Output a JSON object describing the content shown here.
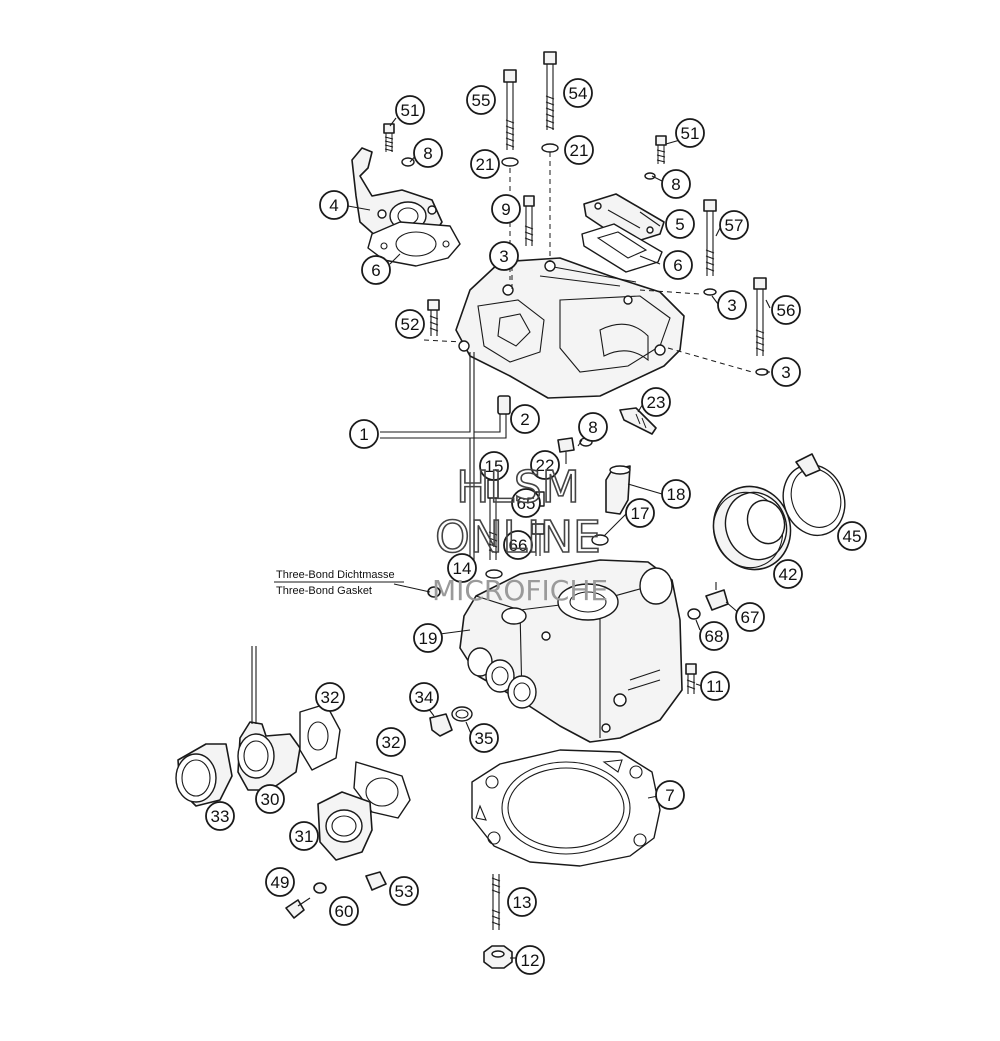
{
  "notes": {
    "sealant_de": "Three-Bond Dichtmasse",
    "sealant_en": "Three-Bond Gasket"
  },
  "watermark": {
    "line1": "HLSM",
    "line2": "ONLINE",
    "line3": "MICROFICHE"
  },
  "callouts": [
    {
      "id": "c51a",
      "label": "51"
    },
    {
      "id": "c8a",
      "label": "8"
    },
    {
      "id": "c4",
      "label": "4"
    },
    {
      "id": "c6a",
      "label": "6"
    },
    {
      "id": "c55",
      "label": "55"
    },
    {
      "id": "c54",
      "label": "54"
    },
    {
      "id": "c21a",
      "label": "21"
    },
    {
      "id": "c21b",
      "label": "21"
    },
    {
      "id": "c9",
      "label": "9"
    },
    {
      "id": "c3a",
      "label": "3"
    },
    {
      "id": "c51b",
      "label": "51"
    },
    {
      "id": "c8b",
      "label": "8"
    },
    {
      "id": "c5",
      "label": "5"
    },
    {
      "id": "c57",
      "label": "57"
    },
    {
      "id": "c6b",
      "label": "6"
    },
    {
      "id": "c3b",
      "label": "3"
    },
    {
      "id": "c56",
      "label": "56"
    },
    {
      "id": "c3c",
      "label": "3"
    },
    {
      "id": "c52",
      "label": "52"
    },
    {
      "id": "c1",
      "label": "1"
    },
    {
      "id": "c2",
      "label": "2"
    },
    {
      "id": "c8c",
      "label": "8"
    },
    {
      "id": "c23",
      "label": "23"
    },
    {
      "id": "c15",
      "label": "15"
    },
    {
      "id": "c22",
      "label": "22"
    },
    {
      "id": "c65",
      "label": "65"
    },
    {
      "id": "c18",
      "label": "18"
    },
    {
      "id": "c17",
      "label": "17"
    },
    {
      "id": "c66",
      "label": "66"
    },
    {
      "id": "c45",
      "label": "45"
    },
    {
      "id": "c14",
      "label": "14"
    },
    {
      "id": "c42",
      "label": "42"
    },
    {
      "id": "c67",
      "label": "67"
    },
    {
      "id": "c19",
      "label": "19"
    },
    {
      "id": "c68",
      "label": "68"
    },
    {
      "id": "c11",
      "label": "11"
    },
    {
      "id": "c32a",
      "label": "32"
    },
    {
      "id": "c34",
      "label": "34"
    },
    {
      "id": "c35",
      "label": "35"
    },
    {
      "id": "c32b",
      "label": "32"
    },
    {
      "id": "c7",
      "label": "7"
    },
    {
      "id": "c33",
      "label": "33"
    },
    {
      "id": "c30",
      "label": "30"
    },
    {
      "id": "c31",
      "label": "31"
    },
    {
      "id": "c49",
      "label": "49"
    },
    {
      "id": "c60",
      "label": "60"
    },
    {
      "id": "c53",
      "label": "53"
    },
    {
      "id": "c13",
      "label": "13"
    },
    {
      "id": "c12",
      "label": "12"
    }
  ]
}
